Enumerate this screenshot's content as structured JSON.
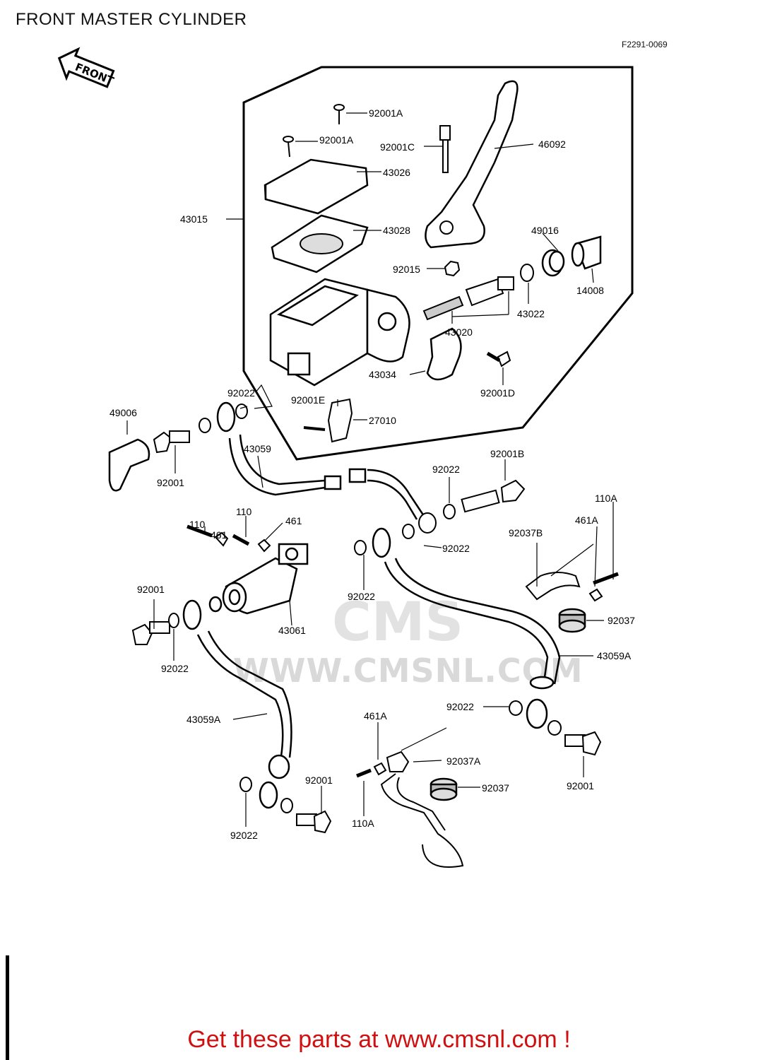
{
  "title": "FRONT MASTER CYLINDER",
  "ref_code": "F2291-0069",
  "front_arrow_label": "FRONT",
  "watermark": {
    "logo": "CMS",
    "url": "WWW.CMSNL.COM"
  },
  "footer": "Get these parts at www.cmsnl.com !",
  "parts": {
    "p92001A_1": "92001A",
    "p92001A_2": "92001A",
    "p92001C": "92001C",
    "p46092": "46092",
    "p43026": "43026",
    "p43015": "43015",
    "p43028": "43028",
    "p49016": "49016",
    "p92015": "92015",
    "p14008": "14008",
    "p43022": "43022",
    "p43020": "43020",
    "p43034": "43034",
    "p92001D": "92001D",
    "p92022_a": "92022",
    "p92001E": "92001E",
    "p27010": "27010",
    "p49006": "49006",
    "p43059": "43059",
    "p92001_a": "92001",
    "p92022_b": "92022",
    "p92001B": "92001B",
    "p110A_a": "110A",
    "p110_a": "110",
    "p461_a": "461",
    "p110_b": "110",
    "p461_b": "461",
    "p461A_a": "461A",
    "p92022_c": "92022",
    "p92037B": "92037B",
    "p92001_b": "92001",
    "p92022_d": "92022",
    "p43061": "43061",
    "p92037_a": "92037",
    "p92022_e": "92022",
    "p43059A_a": "43059A",
    "p43059A_b": "43059A",
    "p92022_f": "92022",
    "p461A_b": "461A",
    "p92037A": "92037A",
    "p92001_c": "92001",
    "p92037_b": "92037",
    "p92001_d": "92001",
    "p110A_b": "110A",
    "p92022_g": "92022"
  }
}
